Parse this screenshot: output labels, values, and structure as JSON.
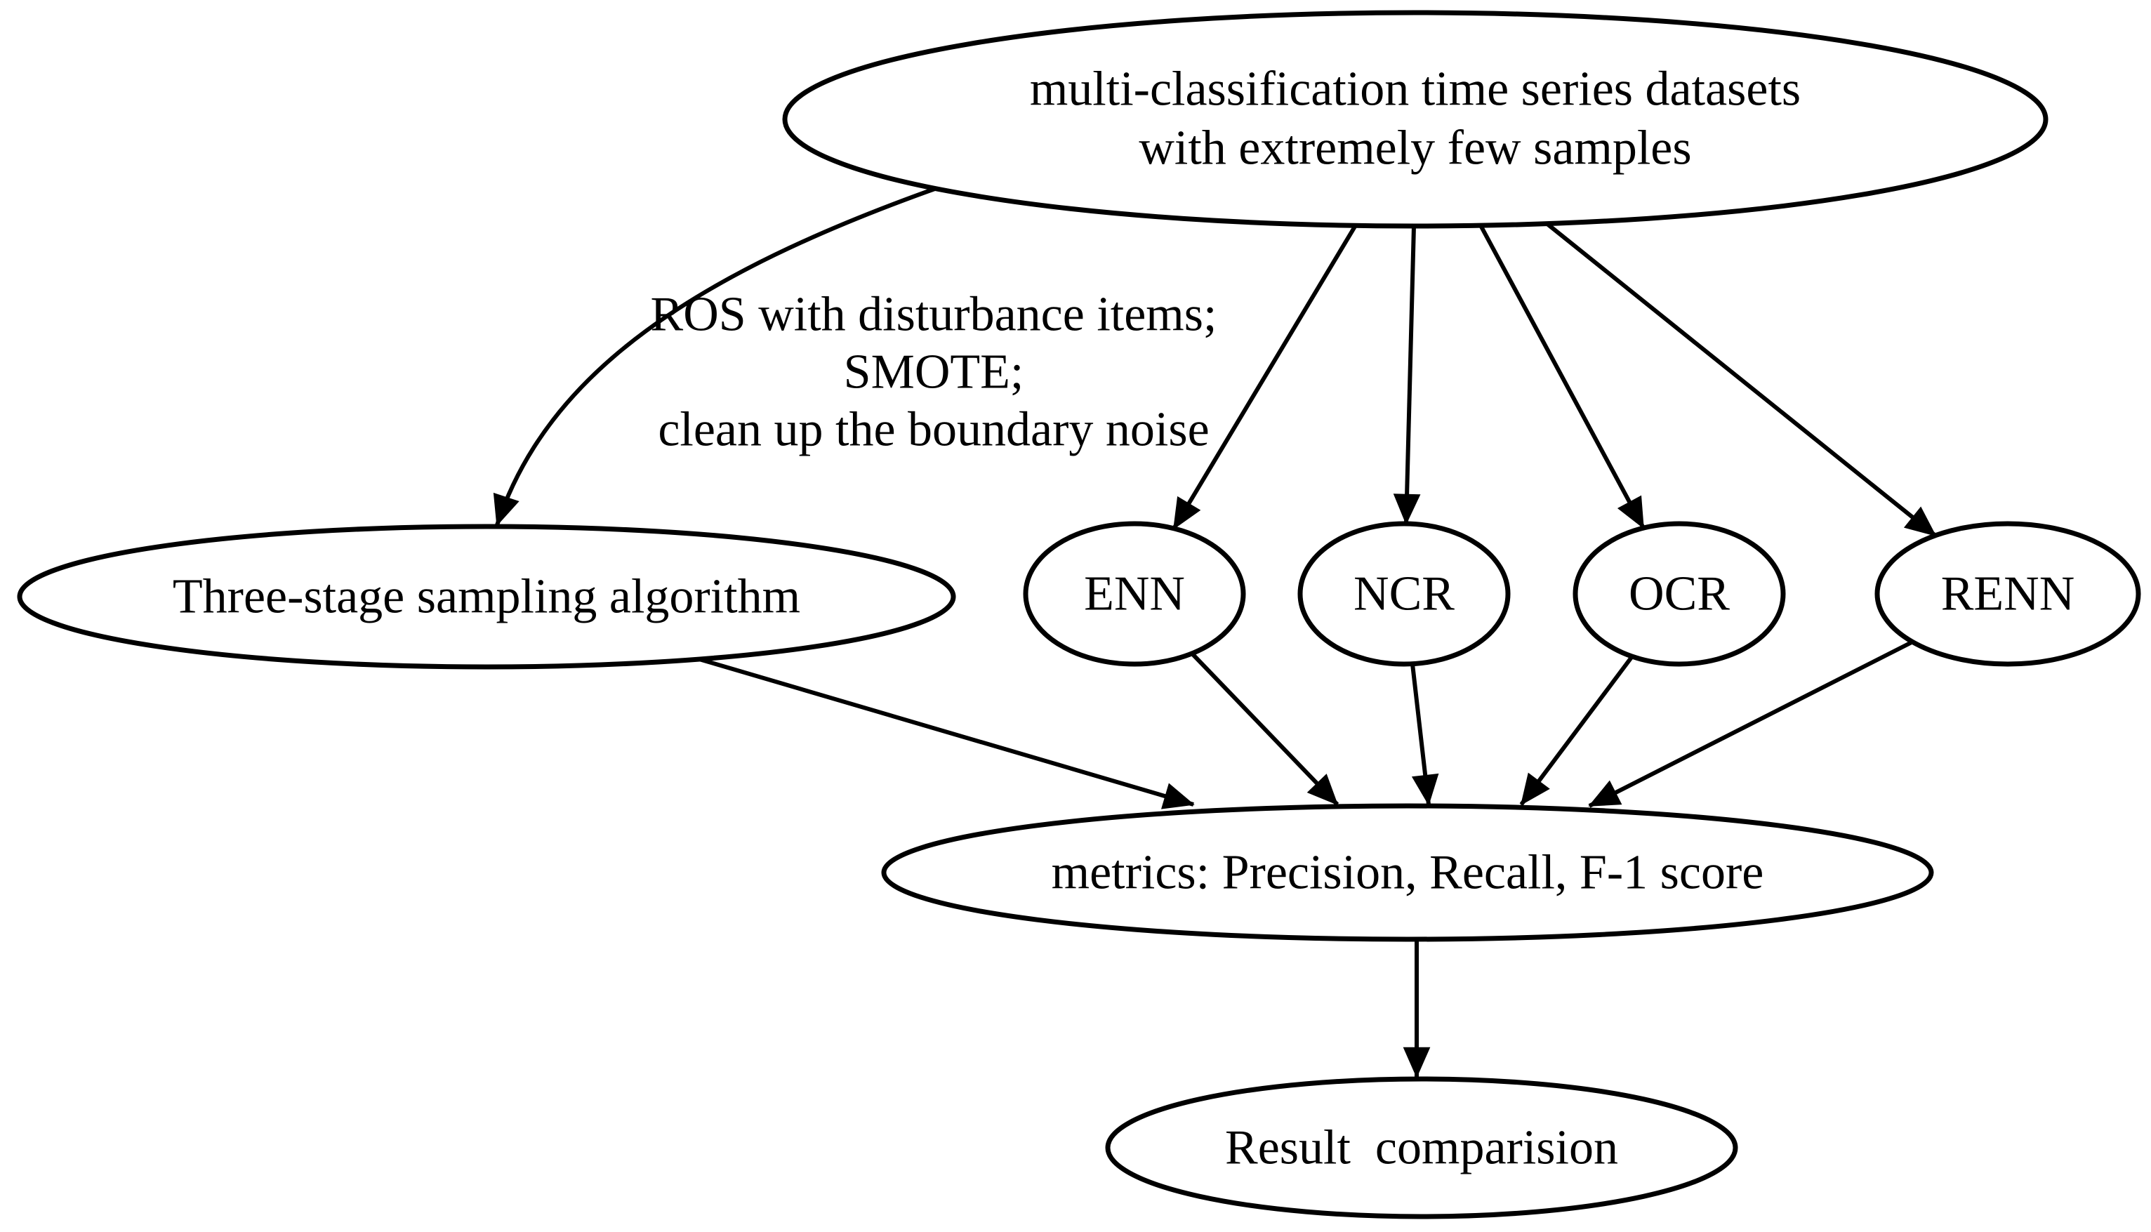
{
  "diagram_title": "",
  "colors": {
    "background": "#ffffff",
    "stroke": "#000000",
    "text": "#000000"
  },
  "nodes": {
    "dataset": {
      "line1": "multi-classification time series datasets",
      "line2": "with extremely few samples"
    },
    "three_stage": {
      "label": "Three-stage sampling algorithm"
    },
    "enn": {
      "label": "ENN"
    },
    "ncr": {
      "label": "NCR"
    },
    "ocr": {
      "label": "OCR"
    },
    "renn": {
      "label": "RENN"
    },
    "metrics": {
      "label": "metrics: Precision, Recall, F-1 score"
    },
    "result": {
      "label": "Result  comparision"
    }
  },
  "edge_label": {
    "line1": "ROS with disturbance items;",
    "line2": "SMOTE;",
    "line3": "clean up the boundary noise"
  }
}
